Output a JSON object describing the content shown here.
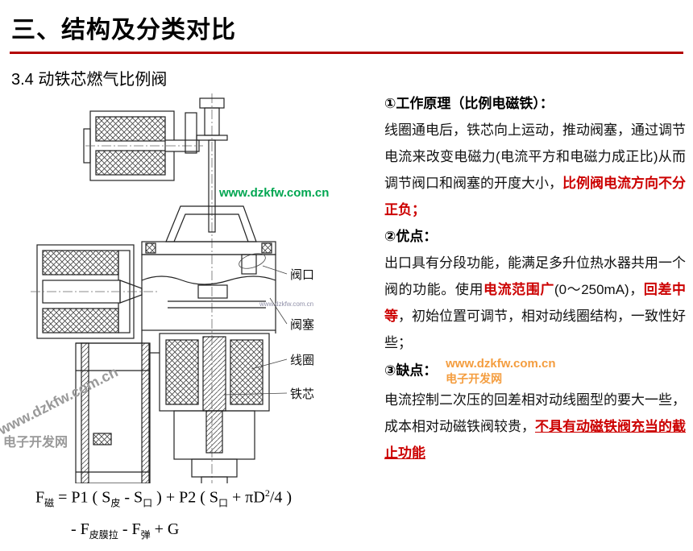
{
  "colors": {
    "accent_red": "#cc0000",
    "rule_red": "#b30000",
    "watermark_green": "#00a651",
    "watermark_orange": "#f49d3f",
    "watermark_gray": "#999999"
  },
  "header": {
    "title": "三、结构及分类对比",
    "subtitle": "3.4 动铁芯燃气比例阀"
  },
  "diagram": {
    "labels": {
      "valve_port": "阀口",
      "valve_plug": "阀塞",
      "coil": "线圈",
      "core": "铁芯"
    },
    "watermarks": {
      "green": "www.dzkfw.com.cn",
      "tiny": "www.dzkfw.com.cn",
      "rotated": "www.dzkfw.com.cn",
      "site_name": "电子开发网"
    }
  },
  "formula": {
    "line1": [
      {
        "text": "F"
      },
      {
        "text": "磁",
        "tag": "sub"
      },
      {
        "text": " = P1 ( S"
      },
      {
        "text": "皮",
        "tag": "sub"
      },
      {
        "text": " - S"
      },
      {
        "text": "口",
        "tag": "sub"
      },
      {
        "text": " ) + P2 ( S"
      },
      {
        "text": "口",
        "tag": "sub"
      },
      {
        "text": " + πD"
      },
      {
        "text": "2",
        "tag": "sup"
      },
      {
        "text": "/4 )"
      }
    ],
    "line2": [
      {
        "text": "- F"
      },
      {
        "text": "皮膜拉",
        "tag": "sub"
      },
      {
        "text": " - F"
      },
      {
        "text": "弹",
        "tag": "sub"
      },
      {
        "text": " + G"
      }
    ]
  },
  "content": {
    "section1": {
      "heading": "①工作原理（比例电磁铁）：",
      "body": [
        {
          "text": "线圈通电后，铁芯向上运动，推动阀塞，通过调节电流来改变电磁力(电流平方和电磁力成正比)从而调节阀口和阀塞的开度大小，"
        },
        {
          "text": "比例阀电流方向不分正负；",
          "cls": "red"
        }
      ]
    },
    "section2": {
      "heading": "②优点：",
      "body": [
        {
          "text": "出口具有分段功能，能满足多升位热水器共用一个阀的功能。使用"
        },
        {
          "text": "电流范围广",
          "cls": "red"
        },
        {
          "text": "(0～250mA)，"
        },
        {
          "text": "回差中等",
          "cls": "red"
        },
        {
          "text": "，初始位置可调节，相对动线圈结构，一致性好些；"
        }
      ]
    },
    "section3": {
      "heading": "③缺点：",
      "watermark_line1": "www.dzkfw.com.cn",
      "watermark_line2": "电子开发网",
      "body": [
        {
          "text": "电流控制二次压的回差相对动线圈型的要大一些，成本相对动磁铁阀较贵，"
        },
        {
          "text": "不具有动磁铁阀充当的截止功能",
          "cls": "red underline"
        }
      ]
    }
  }
}
